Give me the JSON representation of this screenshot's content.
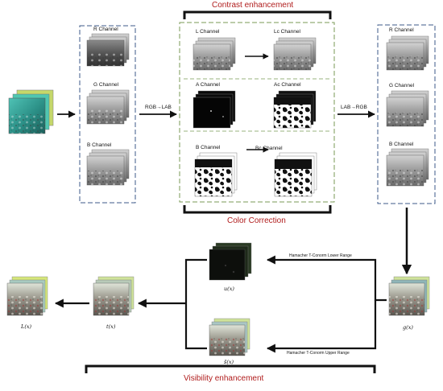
{
  "colors": {
    "title_red": "#b01c1c",
    "dash_blue": "#3c5a8a",
    "dash_green": "#7a9a55",
    "arrow": "#111111"
  },
  "titles": {
    "contrast": "Contrast enhancement",
    "color": "Color Correction",
    "visibility": "Visibility enhancement"
  },
  "conversions": {
    "rgb_to_lab": "RGB→LAB",
    "lab_to_rgb": "LAB→RGB"
  },
  "left_channels": {
    "r": "R Channel",
    "g": "G Channel",
    "b": "B Channel"
  },
  "lab": {
    "l": "L Channel",
    "lc": "Lc Channel",
    "a": "A Channel",
    "ac": "Ac Channel",
    "b": "B Channel",
    "bc": "Bc Channel"
  },
  "right_channels": {
    "r": "R Channel",
    "g": "G Channel",
    "b": "B Channel"
  },
  "hamacher": {
    "lower": "Hamacher T-Conorm Lower Range",
    "upper": "Hamacher T-Conorm Upper Range"
  },
  "math": {
    "g": "g(x)",
    "u": "u(x)",
    "s": "s̄(x)",
    "t": "t(x)",
    "L": "L(x)"
  }
}
